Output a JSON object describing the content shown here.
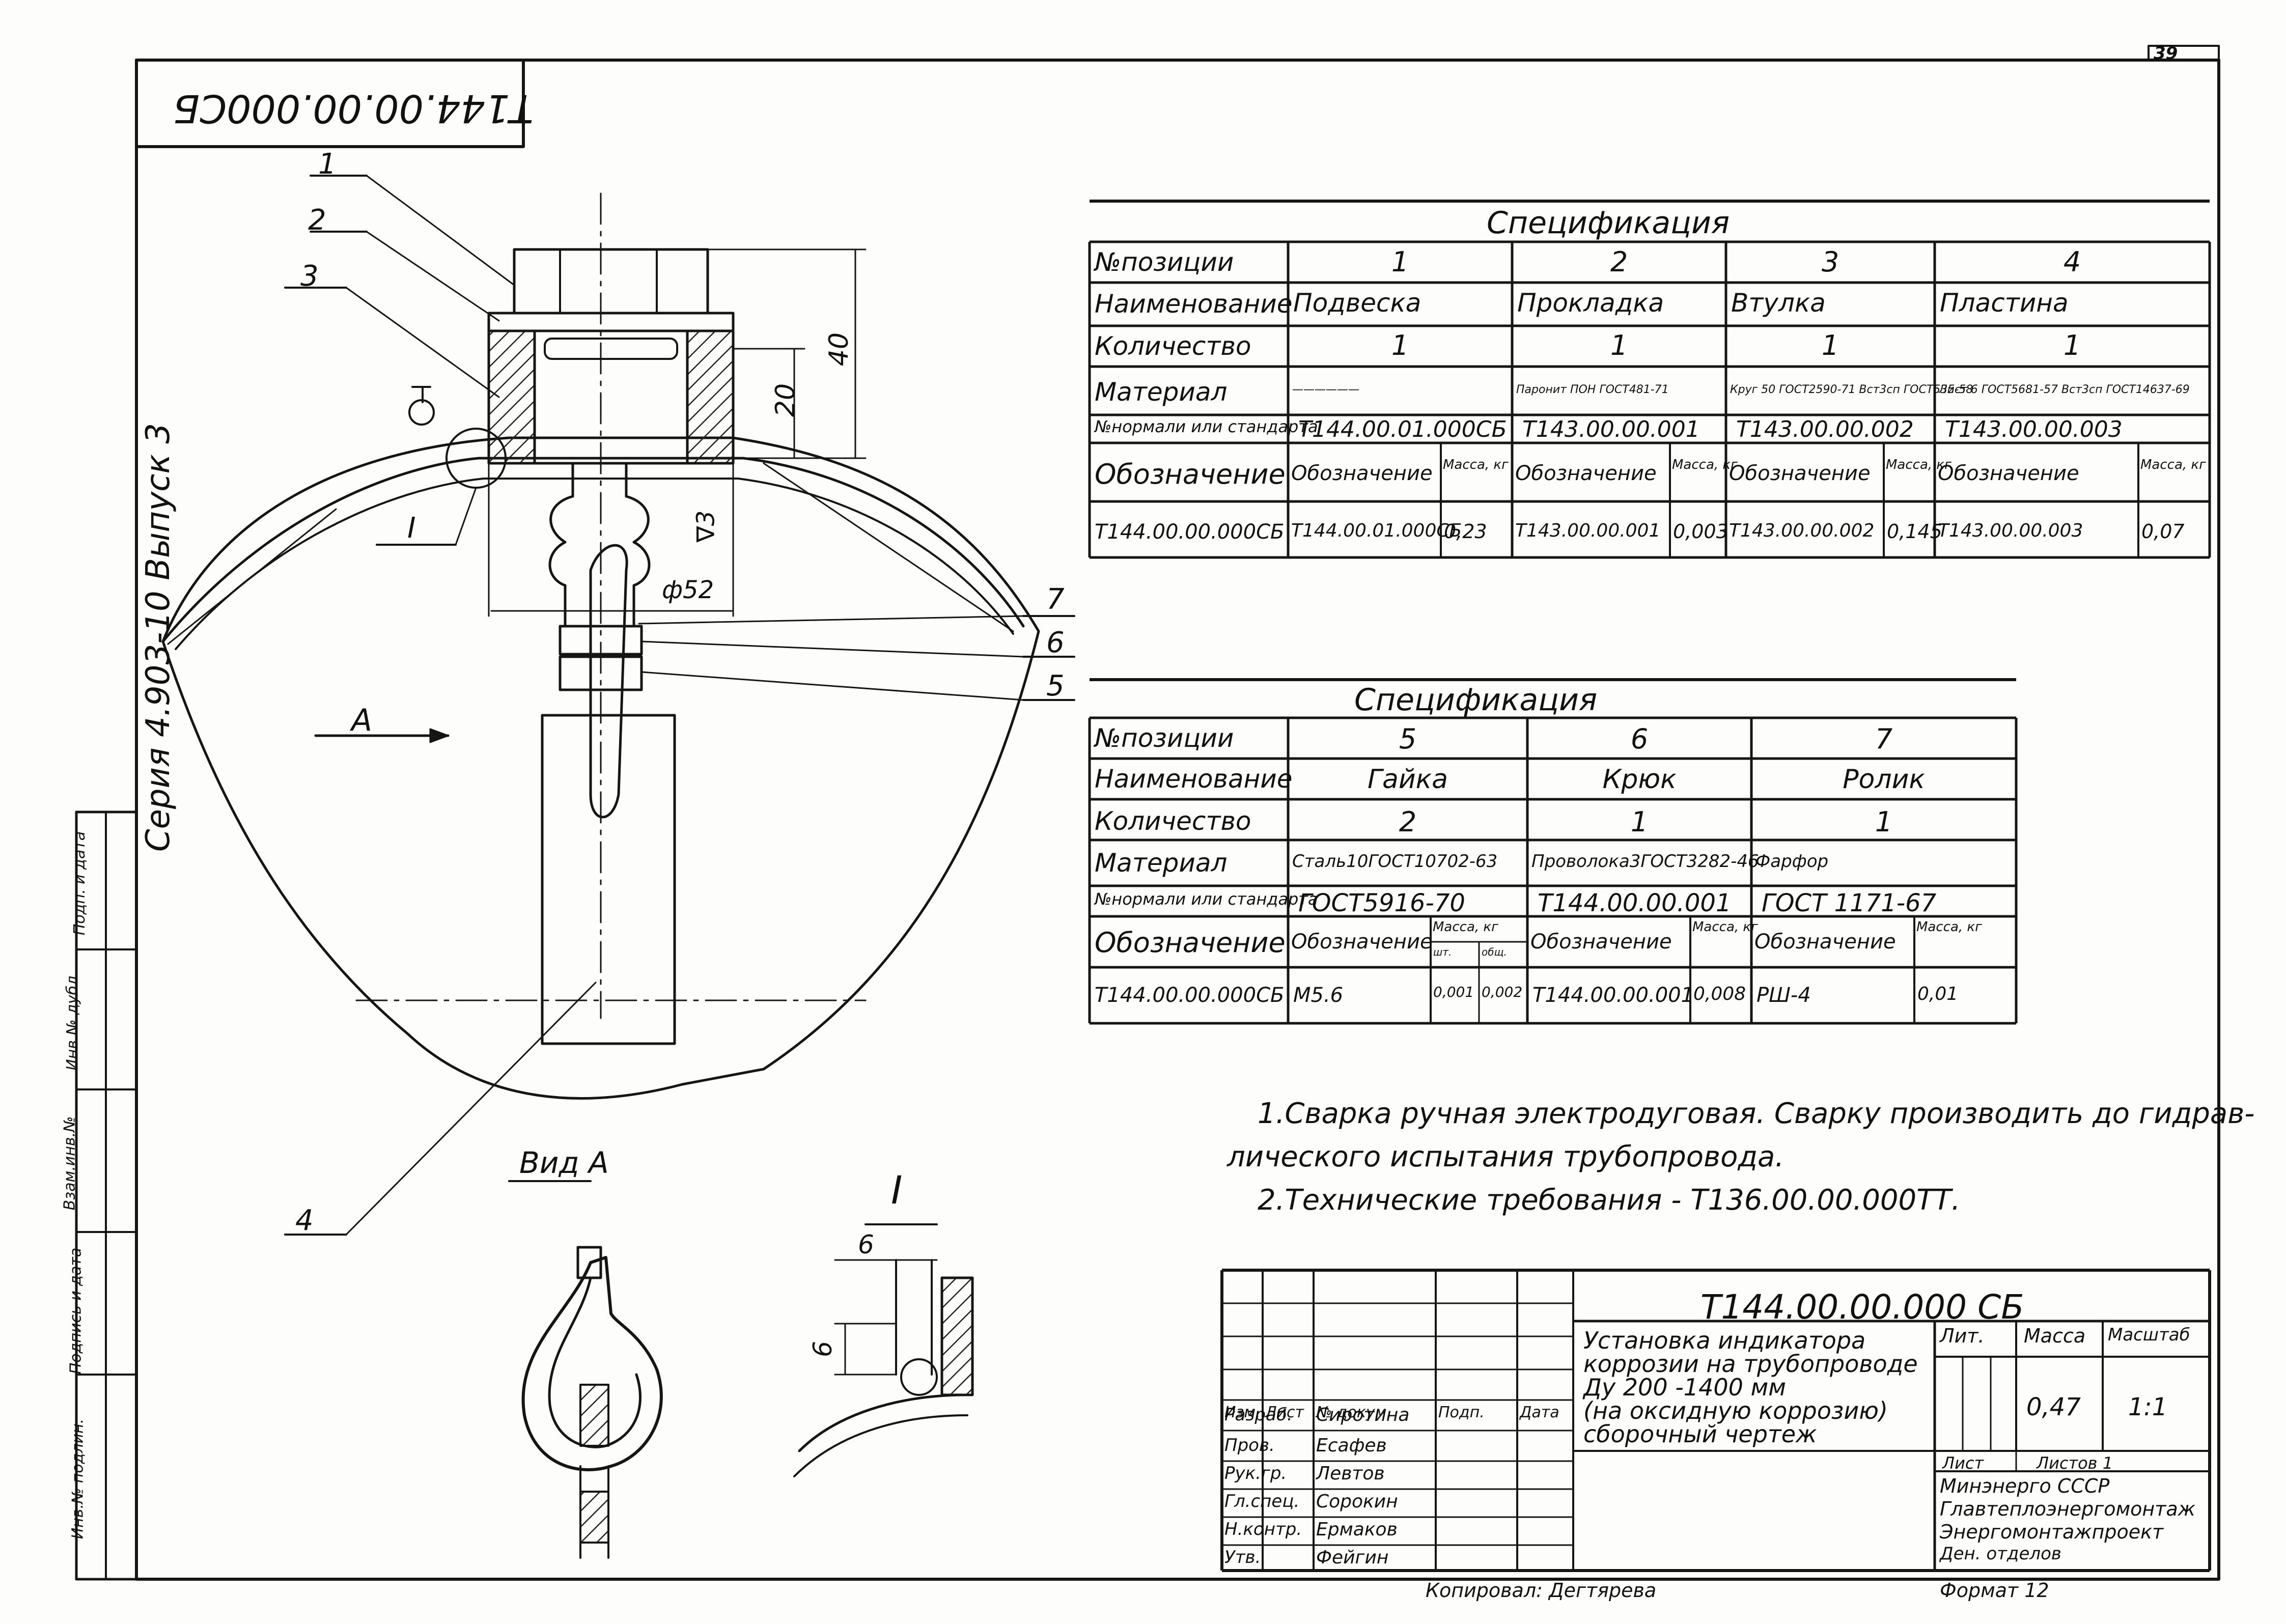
{
  "page_number": "39",
  "rotated_code": "Т144.00.00.000СБ",
  "series_label": "Серия 4.903-10 Выпуск 3",
  "side_stamp": [
    "Инв.№ подлин.",
    "Подпись и дата",
    "Взам.инв.№",
    "Инв.№ дубл.",
    "Подп. и дата"
  ],
  "drawing": {
    "position_callouts": [
      "1",
      "2",
      "3",
      "4",
      "5",
      "6",
      "7"
    ],
    "dim_40": "40",
    "dim_20": "20",
    "dim_d52": "ф52",
    "roughness": "∇3",
    "view_a_arrow": "A",
    "view_a_title": "Вид А",
    "detail_ref": "I",
    "detail_title": "I",
    "detail_dim_h": "6",
    "detail_dim_v": "6"
  },
  "spec1": {
    "title": "Спецификация",
    "row_labels": [
      "№позиции",
      "Наименование",
      "Количество",
      "Материал",
      "№нормали или стандарта",
      "Обозначение",
      "Т144.00.00.000СБ"
    ],
    "positions": [
      "1",
      "2",
      "3",
      "4"
    ],
    "names": [
      "Подвеска",
      "Прокладка",
      "Втулка",
      "Пластина"
    ],
    "quantities": [
      "1",
      "1",
      "1",
      "1"
    ],
    "materials": [
      "——————",
      "Паронит ПОН ГОСТ481-71",
      "Круг 50 ГОСТ2590-71 Вст3сп ГОСТ535-58",
      "Лист 6 ГОСТ5681-57 Вст3сп ГОСТ14637-69"
    ],
    "standards": [
      "Т144.00.01.000СБ",
      "Т143.00.00.001",
      "Т143.00.00.002",
      "Т143.00.00.003"
    ],
    "designation_header": "Обозначение",
    "mass_header": "Масса, кг",
    "designations": [
      "Т144.00.01.000СБ",
      "Т143.00.00.001",
      "Т143.00.00.002",
      "Т143.00.00.003"
    ],
    "masses": [
      "0,23",
      "0,003",
      "0,145",
      "0,07"
    ]
  },
  "spec2": {
    "title": "Спецификация",
    "row_labels": [
      "№позиции",
      "Наименование",
      "Количество",
      "Материал",
      "№нормали или стандарта",
      "Обозначение",
      "Т144.00.00.000СБ"
    ],
    "positions": [
      "5",
      "6",
      "7"
    ],
    "names": [
      "Гайка",
      "Крюк",
      "Ролик"
    ],
    "quantities": [
      "2",
      "1",
      "1"
    ],
    "materials": [
      "Сталь10ГОСТ10702-63",
      "Проволока3ГОСТ3282-46",
      "Фарфор"
    ],
    "standards": [
      "ГОСТ5916-70",
      "Т144.00.00.001",
      "ГОСТ 1171-67"
    ],
    "designation_header": "Обозначение",
    "mass_header": "Масса, кг",
    "mass_sub": [
      "шт.",
      "общ."
    ],
    "designations": [
      "М5.6",
      "Т144.00.00.001",
      "РШ-4"
    ],
    "masses": [
      "0,001",
      "0,002",
      "0,008",
      "0,01"
    ]
  },
  "notes": [
    "1.Сварка ручная электродуговая. Сварку производить до гидрав-",
    "лического испытания трубопровода.",
    "2.Технические требования - Т136.00.00.000ТТ."
  ],
  "title_block": {
    "code": "Т144.00.00.000 СБ",
    "name_lines": [
      "Установка индикатора",
      "коррозии на трубопроводе",
      "Ду 200 -1400 мм",
      "(на оксидную коррозию)",
      "сборочный чертеж"
    ],
    "headers": [
      "Изм.",
      "Лист",
      "№ докум.",
      "Подп.",
      "Дата"
    ],
    "roles": [
      "Разраб.",
      "Пров.",
      "Рук.гр.",
      "Гл.спец.",
      "Н.контр.",
      "Утв."
    ],
    "names": [
      "Сиротина",
      "Есафев",
      "Левтов",
      "Сорокин",
      "Ермаков",
      "Фейгин"
    ],
    "lit": "Лит.",
    "mass_label": "Масса",
    "scale_label": "Масштаб",
    "mass": "0,47",
    "scale": "1:1",
    "sheet_label": "Лист",
    "sheets_label": "Листов 1",
    "org_lines": [
      "Минэнерго СССР",
      "Главтеплоэнергомонтаж",
      "Энергомонтажпроект",
      "Ден. отделов"
    ],
    "copied": "Копировал: Дегтярева",
    "format": "Формат 12"
  }
}
